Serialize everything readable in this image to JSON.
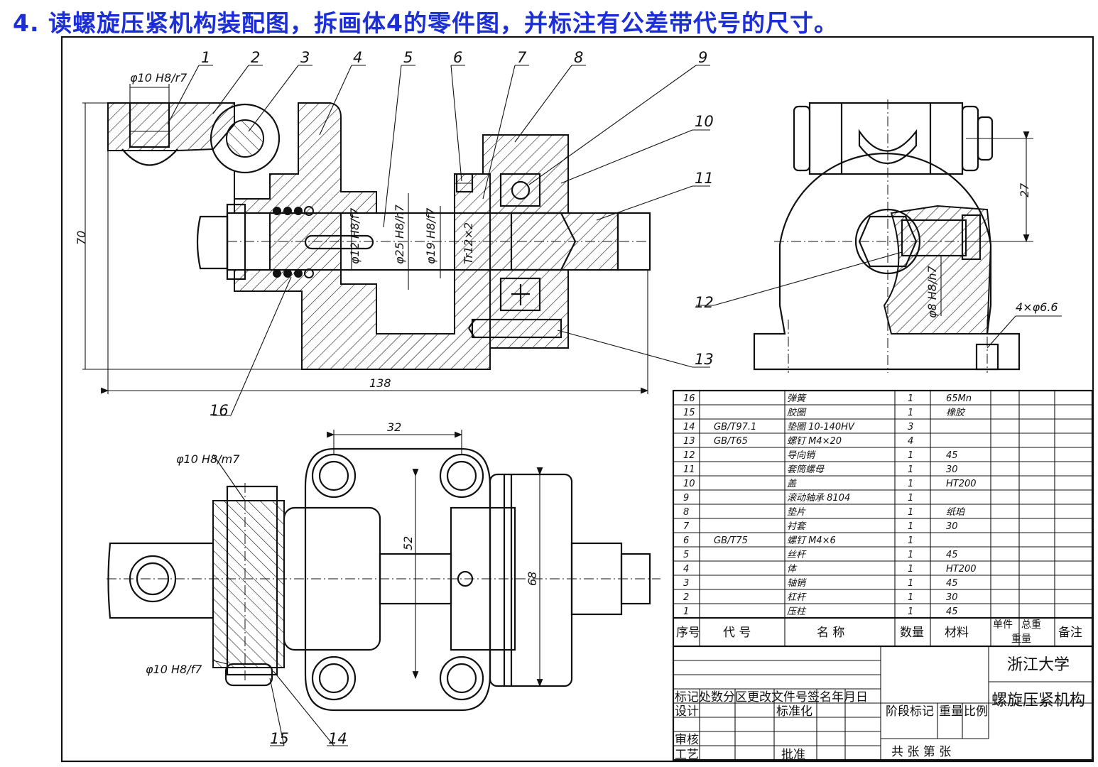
{
  "question": "4. 读螺旋压紧机构装配图，拆画体4的零件图，并标注有公差带代号的尺寸。",
  "part_labels": [
    "1",
    "2",
    "3",
    "4",
    "5",
    "6",
    "7",
    "8",
    "9",
    "10",
    "11",
    "12",
    "13",
    "14",
    "15",
    "16"
  ],
  "dimensions": {
    "fit_pillar": "φ10 H8/r7",
    "fit_pin_top": "φ10 H8/m7",
    "fit_pin_bottom": "φ10 H8/f7",
    "fit_sleeve": "φ12 H8/f7",
    "fit_screw": "φ25 H8/h7",
    "fit_nut": "φ19 H8/f7",
    "thread": "Tr12×2",
    "fit_guide": "φ8 H8/h7",
    "height": "70",
    "length": "138",
    "dim_32": "32",
    "dim_52": "52",
    "dim_68": "68",
    "dim_27": "27",
    "holes": "4×φ6.6"
  },
  "bom": {
    "rows": [
      {
        "no": "16",
        "code": "",
        "name": "弹簧",
        "qty": "1",
        "material": "65Mn"
      },
      {
        "no": "15",
        "code": "",
        "name": "胶圈",
        "qty": "1",
        "material": "橡胶"
      },
      {
        "no": "14",
        "code": "GB/T97.1",
        "name": "垫圈 10-140HV",
        "qty": "3",
        "material": ""
      },
      {
        "no": "13",
        "code": "GB/T65",
        "name": "螺钉 M4×20",
        "qty": "4",
        "material": ""
      },
      {
        "no": "12",
        "code": "",
        "name": "导向销",
        "qty": "1",
        "material": "45"
      },
      {
        "no": "11",
        "code": "",
        "name": "套筒螺母",
        "qty": "1",
        "material": "30"
      },
      {
        "no": "10",
        "code": "",
        "name": "盖",
        "qty": "1",
        "material": "HT200"
      },
      {
        "no": "9",
        "code": "",
        "name": "滚动轴承 8104",
        "qty": "1",
        "material": ""
      },
      {
        "no": "8",
        "code": "",
        "name": "垫片",
        "qty": "1",
        "material": "纸珀"
      },
      {
        "no": "7",
        "code": "",
        "name": "衬套",
        "qty": "1",
        "material": "30"
      },
      {
        "no": "6",
        "code": "GB/T75",
        "name": "螺钉 M4×6",
        "qty": "1",
        "material": ""
      },
      {
        "no": "5",
        "code": "",
        "name": "丝杆",
        "qty": "1",
        "material": "45"
      },
      {
        "no": "4",
        "code": "",
        "name": "体",
        "qty": "1",
        "material": "HT200"
      },
      {
        "no": "3",
        "code": "",
        "name": "轴销",
        "qty": "1",
        "material": "45"
      },
      {
        "no": "2",
        "code": "",
        "name": "杠杆",
        "qty": "1",
        "material": "30"
      },
      {
        "no": "1",
        "code": "",
        "name": "压柱",
        "qty": "1",
        "material": "45"
      }
    ],
    "headers": {
      "no": "序号",
      "code": "代 号",
      "name": "名 称",
      "qty": "数量",
      "material": "材料",
      "unit_weight": "单件",
      "total_weight": "总重",
      "weight": "重量",
      "remark": "备注"
    }
  },
  "title_block": {
    "org": "浙江大学",
    "drawing_name": "螺旋压紧机构",
    "rev_row": "标记处数分区更改文件号签名年月日",
    "design": "设计",
    "standard": "标准化",
    "stage": "阶段标记",
    "weight": "重量",
    "scale": "比例",
    "review": "审核",
    "process": "工艺",
    "approve": "批准",
    "sheets": "共  张 第  张"
  }
}
